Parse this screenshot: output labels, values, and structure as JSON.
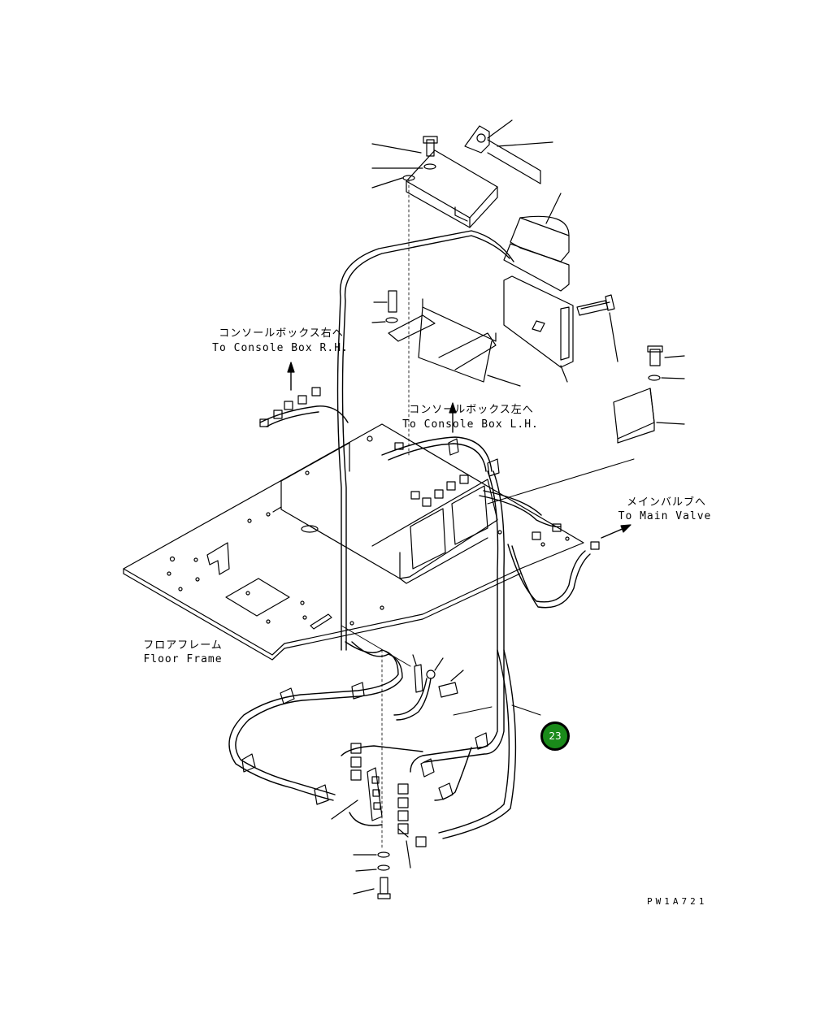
{
  "labels": {
    "console_rh_jp": "コンソールボックス右へ",
    "console_rh_en": "To Console Box R.H.",
    "console_lh_jp": "コンソールボックス左へ",
    "console_lh_en": "To Console Box L.H.",
    "main_valve_jp": "メインバルブへ",
    "main_valve_en": "To Main Valve",
    "floor_frame_jp": "フロアフレーム",
    "floor_frame_en": "Floor Frame"
  },
  "callout": {
    "number": "23",
    "color": "#1a8a1a"
  },
  "drawing_code": "PW1A721"
}
